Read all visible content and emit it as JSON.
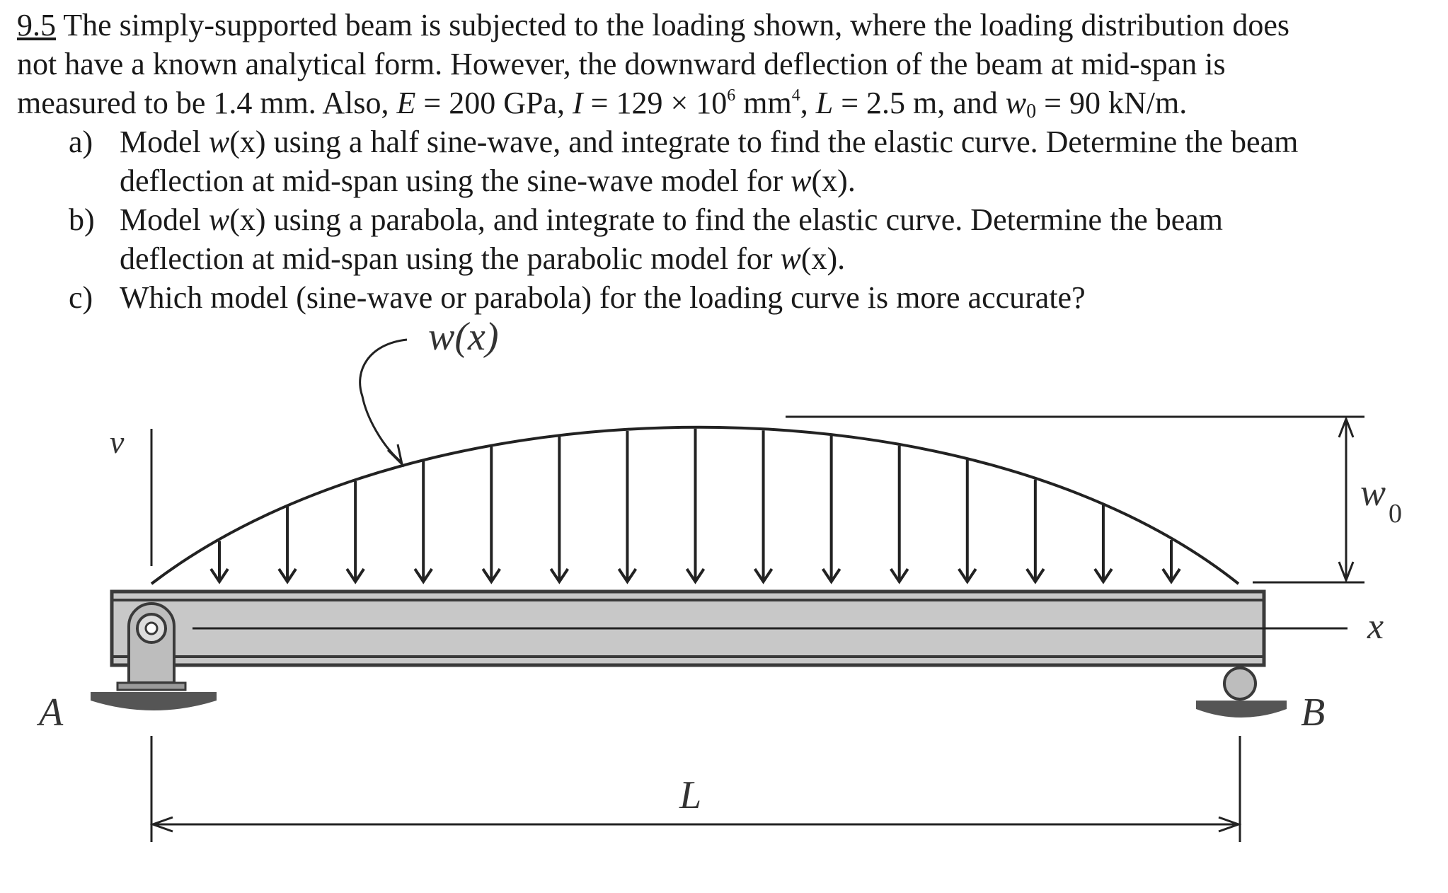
{
  "problem": {
    "number": "9.5",
    "intro": {
      "s1": " The simply-supported beam is subjected to the loading shown, where the loading distribution does",
      "s2": "not have a known analytical form.  However, the downward deflection of the beam at mid-span is",
      "s3": "measured to be 1.4 mm.  Also, ",
      "E_sym": "E",
      "E_val": " = 200 GPa, ",
      "I_sym": "I",
      "I_val": " = 129 × 10",
      "I_exp": "6",
      "I_unit": " mm",
      "I_unit_exp": "4",
      "sep1": ", ",
      "L_sym": "L",
      "L_val": " = 2.5 m, and ",
      "w_sym": "w",
      "w_sub": "0",
      "w_val": " = 90 kN/m."
    },
    "parts": [
      {
        "marker": "a)",
        "line1_pre": "Model ",
        "line1_fn": "w",
        "line1_arg": "(x)",
        "line1_post": " using a half sine-wave, and integrate to find the elastic curve.  Determine the beam",
        "line2_pre": "deflection at mid-span using the sine-wave model for ",
        "line2_fn": "w",
        "line2_arg": "(x)",
        "line2_post": "."
      },
      {
        "marker": "b)",
        "line1_pre": "Model ",
        "line1_fn": "w",
        "line1_arg": "(x)",
        "line1_post": " using a parabola, and integrate to find the elastic curve.  Determine the beam",
        "line2_pre": "deflection at mid-span using the parabolic model for ",
        "line2_fn": "w",
        "line2_arg": "(x)",
        "line2_post": "."
      },
      {
        "marker": "c)",
        "text": "Which model (sine-wave or parabola) for the loading curve is more accurate?"
      }
    ]
  },
  "diagram": {
    "load_label": "w(x)",
    "v_axis_label": "v",
    "x_axis_label": "x",
    "support_a_label": "A",
    "support_b_label": "B",
    "span_label": "L",
    "w0_label_main": "w",
    "w0_label_sub": "0",
    "load_arrow_count": 15,
    "colors": {
      "ink": "#222222",
      "beam_fill": "#c8c8c8",
      "beam_edge": "#3a3a3a",
      "support_fill": "#bdbdbd",
      "ground": "#555555"
    }
  }
}
